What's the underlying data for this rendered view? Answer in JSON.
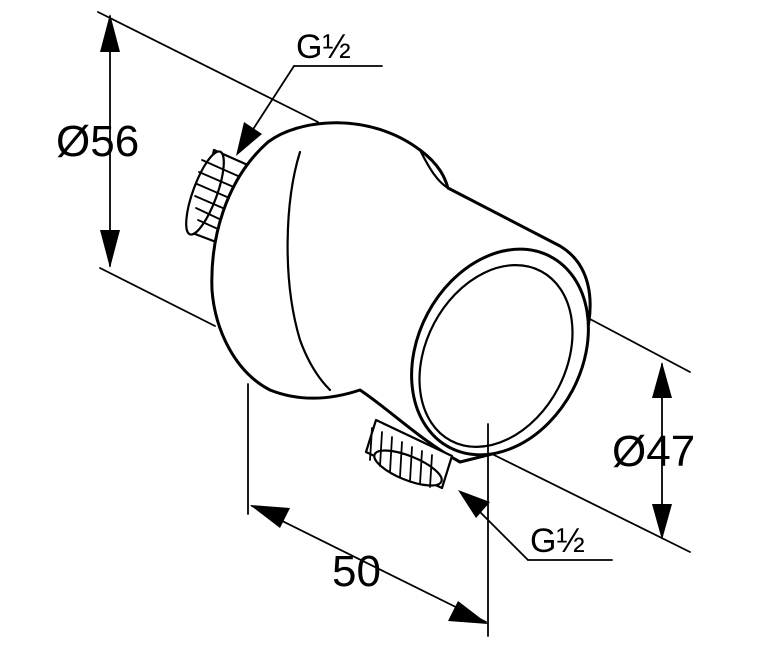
{
  "dimensions": {
    "outer_diameter": "Ø56",
    "face_diameter": "Ø47",
    "length": "50",
    "thread_rear": "G½",
    "thread_bottom": "G½"
  }
}
